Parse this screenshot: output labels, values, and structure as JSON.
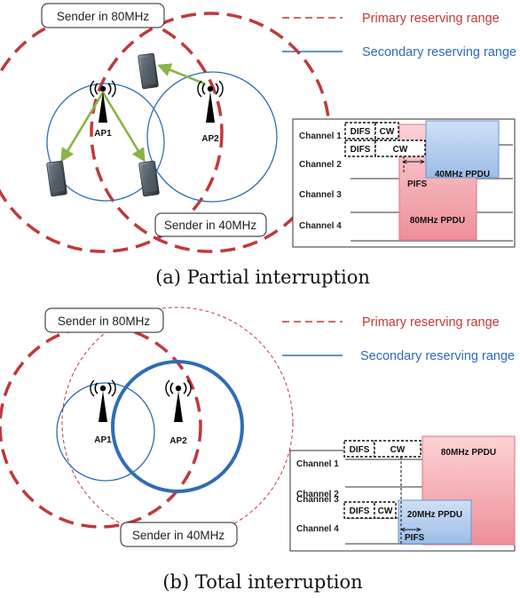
{
  "colors": {
    "primary": "#c0393b",
    "secondary": "#2e6db4",
    "ppdu_red": "#f3a0a8",
    "ppdu_blue": "#b8d2f0",
    "arrow_green": "#8ab34a"
  },
  "legend": {
    "primary": "Primary reserving range",
    "secondary": "Secondary reserving range"
  },
  "panel_a": {
    "caption": "(a)  Partial interruption",
    "sender_80": "Sender in 80MHz",
    "sender_40": "Sender in 40MHz",
    "ap1": "AP1",
    "ap2": "AP2",
    "channels": [
      "Channel 1",
      "Channel 2",
      "Channel 3",
      "Channel 4"
    ],
    "difs_1": "DIFS",
    "cw_1": "CW",
    "difs_2": "DIFS",
    "cw_2": "CW",
    "pifs": "PIFS",
    "ppdu_40": "40MHz PPDU",
    "ppdu_80": "80MHz PPDU"
  },
  "panel_b": {
    "caption": "(b)  Total interruption",
    "sender_80": "Sender in 80MHz",
    "sender_40": "Sender in 40MHz",
    "ap1": "AP1",
    "ap2": "AP2",
    "channels": [
      "Channel 1",
      "Channel 2",
      "Channel 3",
      "Channel 4"
    ],
    "difs_1": "DIFS",
    "cw_1": "CW",
    "difs_2": "DIFS",
    "cw_2": "CW",
    "pifs": "PIFS",
    "ppdu_80": "80MHz PPDU",
    "ppdu_20": "20MHz PPDU"
  },
  "icons": {
    "antenna": "antenna-icon",
    "device": "tablet-device-icon"
  }
}
